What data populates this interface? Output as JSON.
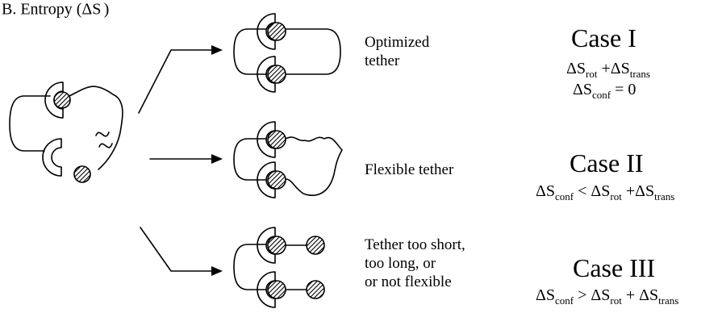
{
  "header": {
    "prefix": "B. Entropy (ΔS",
    "suffix": ")"
  },
  "rows": [
    {
      "label_lines": [
        "Optimized",
        "tether"
      ]
    },
    {
      "label_lines": [
        "Flexible tether"
      ]
    },
    {
      "label_lines": [
        "Tether too short,",
        "too long, or",
        "or not flexible"
      ]
    }
  ],
  "cases": [
    {
      "title": "Case I",
      "eq1": {
        "d1": "ΔS",
        "s1": "rot",
        "op": "+",
        "d2": "ΔS",
        "s2": "trans"
      },
      "eq2": {
        "d1": "ΔS",
        "s1": "conf",
        "op": "= 0"
      }
    },
    {
      "title": "Case II",
      "eq1": {
        "d1": "ΔS",
        "s1": "conf",
        "op1": "<",
        "d2": "ΔS",
        "s2": "rot",
        "op2": "+",
        "d3": "ΔS",
        "s3": "trans"
      }
    },
    {
      "title": "Case III",
      "eq1": {
        "d1": "ΔS",
        "s1": "conf",
        "op1": ">",
        "d2": "ΔS",
        "s2": "rot",
        "op2": "+",
        "d3": "ΔS",
        "s3": "trans"
      }
    }
  ]
}
